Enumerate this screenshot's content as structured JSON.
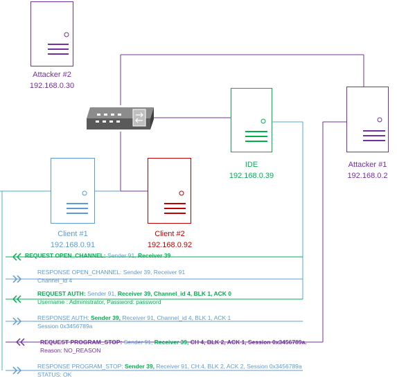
{
  "colors": {
    "purple": "#7030a0",
    "blue": "#5b9bd5",
    "red": "#c00000",
    "green": "#00b050",
    "teal": "#4bacc6",
    "gray": "#7f7f7f"
  },
  "icons": {
    "switch": "network-switch-icon",
    "server": "server-tower-icon"
  },
  "nodes": {
    "attacker2": {
      "name": "Attacker #2",
      "ip": "192.168.0.30"
    },
    "attacker1": {
      "name": "Attacker #1",
      "ip": "192.168.0.2"
    },
    "ide": {
      "name": "IDE",
      "ip": "192.168.0.39"
    },
    "client1": {
      "name": "Client #1",
      "ip": "192.168.0.91"
    },
    "client2": {
      "name": "Client #2",
      "ip": "192.168.0.92"
    }
  },
  "messages": [
    {
      "type": "REQUEST OPEN_CHANNEL:",
      "sender_label": "Sender 91,",
      "receiver_label": "Receiver 39",
      "detail": ""
    },
    {
      "type": "RESPONSE OPEN_CHANNEL:",
      "sender_label": "Sender 39,",
      "receiver_label": "Receiver 91",
      "detail": "Channel_id 4"
    },
    {
      "type": "REQUEST AUTH:",
      "sender_label": "Sender 91,",
      "receiver_label": "Receiver 39, Channel_id 4, BLK 1, ACK 0",
      "detail": "Username : Administrator, Password: password"
    },
    {
      "type": "RESPONSE AUTH:",
      "sender_label": "Sender 39,",
      "receiver_label": "Receiver 91, Channel_id 4, BLK 1, ACK 1",
      "detail": "Session 0x3456789a"
    },
    {
      "type": "REQUEST PROGRAM_STOP:",
      "sender_label": "Sender 91,",
      "receiver_label": "Receiver 39,",
      "extra": "CH 4, BLK 2, ACK 1, Session 0x3456789a.",
      "detail": "Reason: NO_REASON"
    },
    {
      "type": "RESPONSE PROGRAM_STOP:",
      "sender_label": "Sender 39,",
      "receiver_label": "Receiver 91, CH:4, BLK 2, ACK 2, Session 0x3456789a",
      "detail": "STATUS: OK"
    }
  ]
}
